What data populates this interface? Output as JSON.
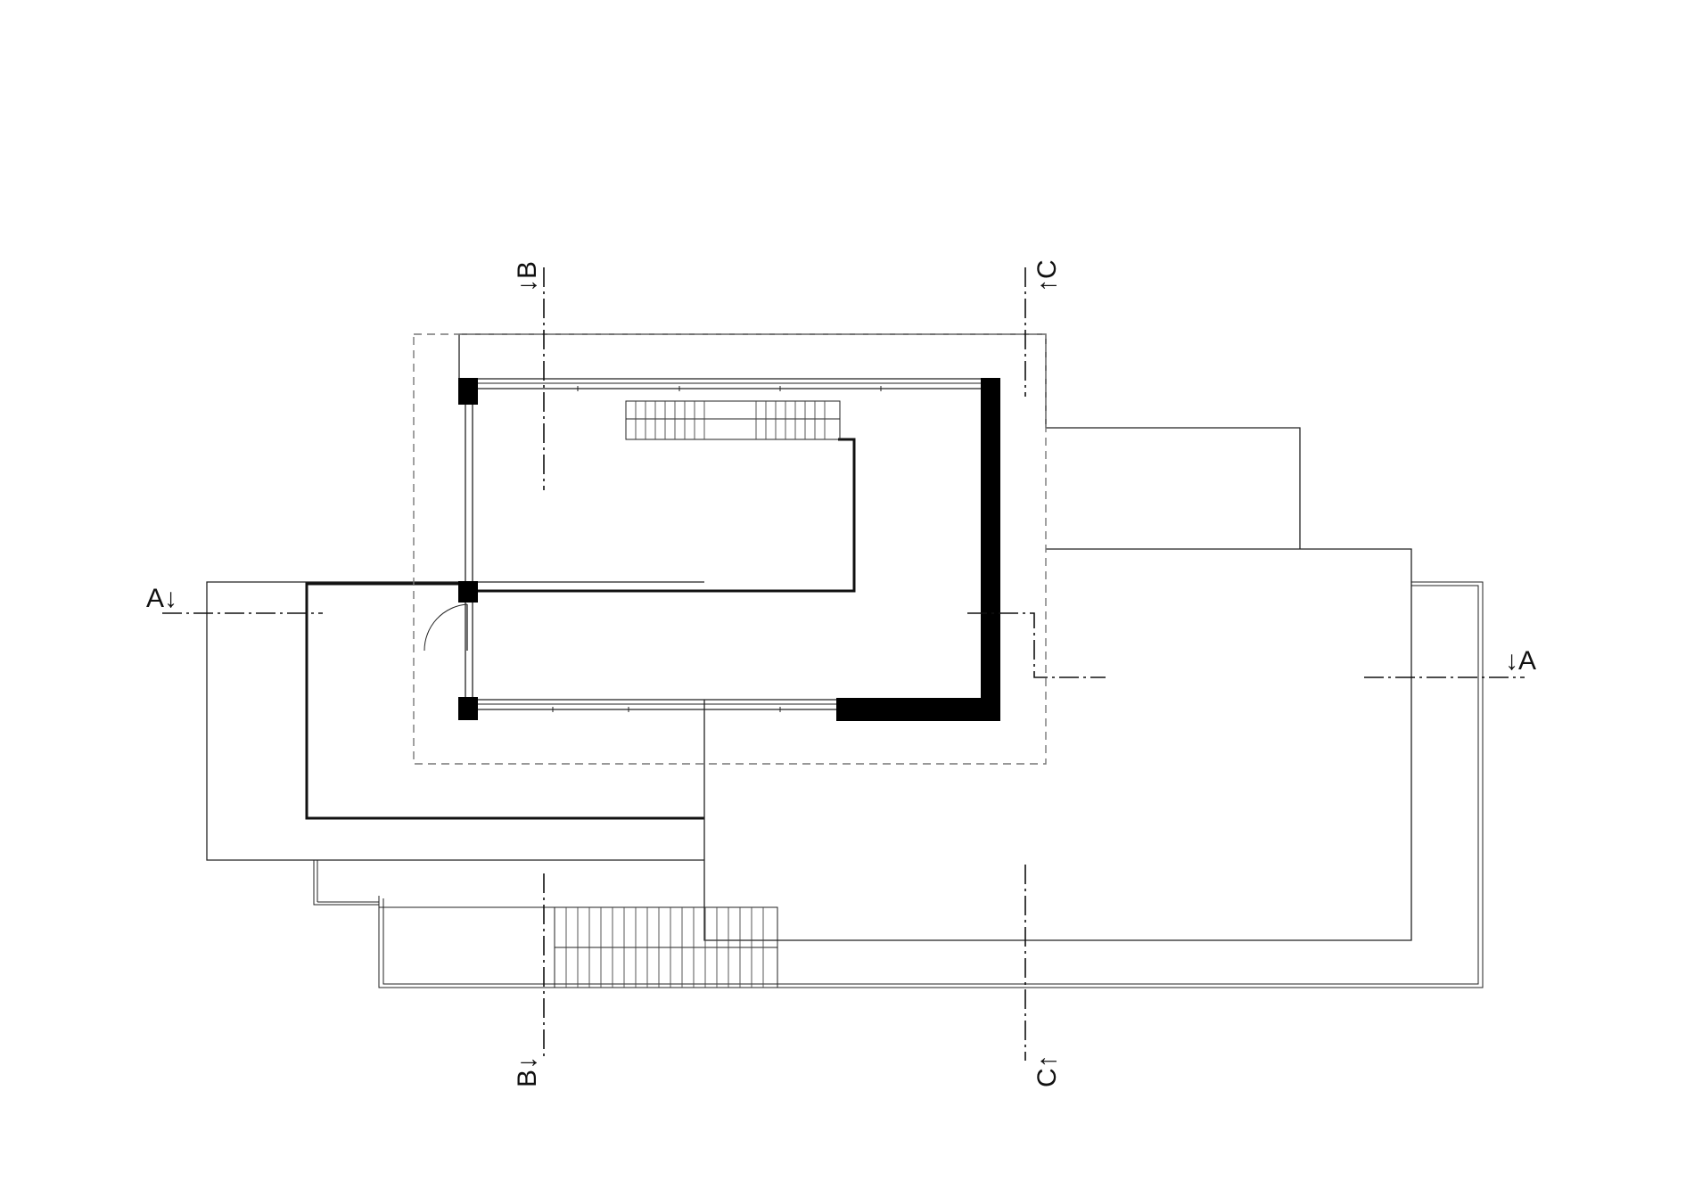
{
  "section_labels": [
    {
      "id": "A",
      "text": "A↓"
    },
    {
      "id": "A",
      "text": "↓A"
    },
    {
      "id": "B",
      "text": "↓B"
    },
    {
      "id": "B",
      "text": "B↓"
    },
    {
      "id": "C",
      "text": "↑C"
    },
    {
      "id": "C",
      "text": "C↑"
    }
  ]
}
